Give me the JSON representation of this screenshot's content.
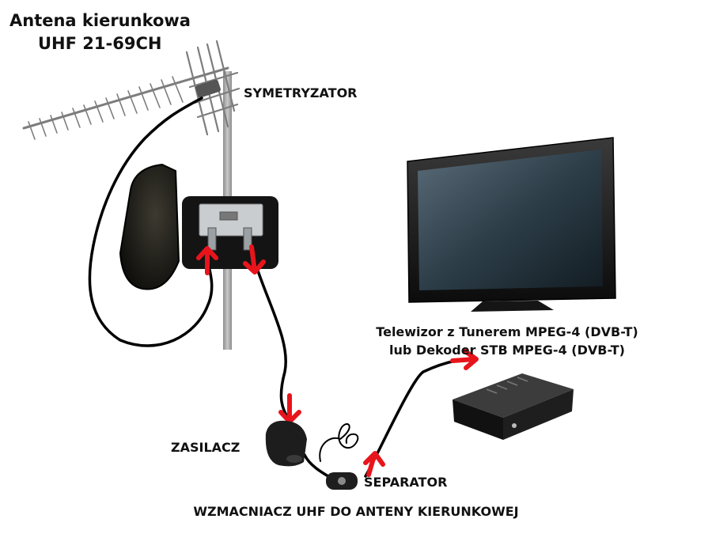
{
  "labels": {
    "antenna_line1": "Antena kierunkowa",
    "antenna_line2": "UHF 21-69CH",
    "balun": "SYMETRYZATOR",
    "tv_line1": "Telewizor z Tunerem MPEG-4 (DVB-T)",
    "tv_line2": "lub Dekoder STB MPEG-4 (DVB-T)",
    "power_supply": "ZASILACZ",
    "separator": "SEPARATOR",
    "caption": "WZMACNIACZ UHF DO ANTENY KIERUNKOWEJ"
  },
  "colors": {
    "cable": "#000000",
    "arrow": "#e8141c",
    "mast": "#a9a9a9",
    "device_dark": "#1b1b1b",
    "screen": "#2a3a44"
  }
}
